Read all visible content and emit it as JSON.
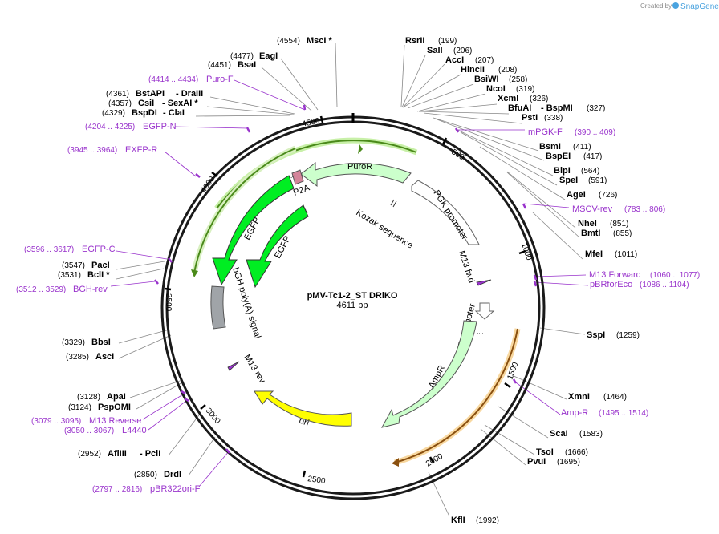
{
  "credit": {
    "prefix": "Created by",
    "brand": "SnapGene"
  },
  "plasmid": {
    "name": "pMV-Tc1-2_ST DRiKO",
    "length": "4611 bp"
  },
  "ticks": [
    "500",
    "1000",
    "1500",
    "2000",
    "2500",
    "3000",
    "3500",
    "4000",
    "4500"
  ],
  "enzymes": [
    {
      "name": "MscI *",
      "pos": "(4554)"
    },
    {
      "name": "EagI",
      "pos": "(4477)"
    },
    {
      "name": "BsaI",
      "pos": "(4451)"
    },
    {
      "name": "BstAPI",
      "suffix": "- DraIII",
      "pos": "(4361)"
    },
    {
      "name": "CsiI",
      "suffix": "- SexAI *",
      "pos": "(4357)"
    },
    {
      "name": "BspDI",
      "suffix": "- ClaI",
      "pos": "(4329)"
    },
    {
      "name": "PacI",
      "pos": "(3547)"
    },
    {
      "name": "BclI *",
      "pos": "(3531)"
    },
    {
      "name": "BbsI",
      "pos": "(3329)"
    },
    {
      "name": "AscI",
      "pos": "(3285)"
    },
    {
      "name": "ApaI",
      "pos": "(3128)"
    },
    {
      "name": "PspOMI",
      "pos": "(3124)"
    },
    {
      "name": "AflIII",
      "suffix": "- PciI",
      "pos": "(2952)"
    },
    {
      "name": "DrdI",
      "pos": "(2850)"
    },
    {
      "name": "RsrII",
      "pos": "(199)"
    },
    {
      "name": "SalI",
      "pos": "(206)"
    },
    {
      "name": "AccI",
      "pos": "(207)"
    },
    {
      "name": "HincII",
      "pos": "(208)"
    },
    {
      "name": "BsiWI",
      "pos": "(258)"
    },
    {
      "name": "NcoI",
      "pos": "(319)"
    },
    {
      "name": "XcmI",
      "pos": "(326)"
    },
    {
      "name": "BfuAI",
      "suffix": "- BspMI",
      "pos": "(327)"
    },
    {
      "name": "PstI",
      "pos": "(338)"
    },
    {
      "name": "BsmI",
      "pos": "(411)"
    },
    {
      "name": "BspEI",
      "pos": "(417)"
    },
    {
      "name": "BlpI",
      "pos": "(564)"
    },
    {
      "name": "SpeI",
      "pos": "(591)"
    },
    {
      "name": "AgeI",
      "pos": "(726)"
    },
    {
      "name": "NheI",
      "pos": "(851)"
    },
    {
      "name": "BmtI",
      "pos": "(855)"
    },
    {
      "name": "MfeI",
      "pos": "(1011)"
    },
    {
      "name": "SspI",
      "pos": "(1259)"
    },
    {
      "name": "XmnI",
      "pos": "(1464)"
    },
    {
      "name": "ScaI",
      "pos": "(1583)"
    },
    {
      "name": "TsoI",
      "pos": "(1666)"
    },
    {
      "name": "PvuI",
      "pos": "(1695)"
    },
    {
      "name": "KflI",
      "pos": "(1992)"
    }
  ],
  "primers": [
    {
      "name": "Puro-F",
      "range": "(4414 .. 4434)"
    },
    {
      "name": "EGFP-N",
      "range": "(4204 .. 4225)"
    },
    {
      "name": "EXFP-R",
      "range": "(3945 .. 3964)"
    },
    {
      "name": "EGFP-C",
      "range": "(3596 .. 3617)"
    },
    {
      "name": "BGH-rev",
      "range": "(3512 .. 3529)"
    },
    {
      "name": "M13 Reverse",
      "range": "(3079 .. 3095)"
    },
    {
      "name": "L4440",
      "range": "(3050 .. 3067)"
    },
    {
      "name": "pBR322ori-F",
      "range": "(2797 .. 2816)"
    },
    {
      "name": "mPGK-F",
      "range": "(390 .. 409)"
    },
    {
      "name": "MSCV-rev",
      "range": "(783 .. 806)"
    },
    {
      "name": "M13 Forward",
      "range": "(1060 .. 1077)"
    },
    {
      "name": "pBRforEco",
      "range": "(1086 .. 1104)"
    },
    {
      "name": "Amp-R",
      "range": "(1495 .. 1514)"
    }
  ],
  "features": {
    "puror": "PuroR",
    "p2a": "P2A",
    "egfp": "EGFP",
    "kozak": "Kozak sequence",
    "pgk": "PGK promoter",
    "m13fwd": "M13 fwd",
    "ampr_promoter": "AmpR promoter",
    "ampr": "AmpR",
    "ori": "ori",
    "m13rev": "M13 rev",
    "bgh": "bGH poly(A) signal"
  },
  "colors": {
    "backbone": "#1a1a1a",
    "egfp": "#00ee22",
    "puror": "#ccffcc",
    "ori": "#ffff00",
    "bgh": "#a0a4a8",
    "p2a": "#d4849a",
    "primer": "#9933cc",
    "orf_green": "#66cc33",
    "orf_orange": "#e6a040",
    "brand": "#4aa3df"
  }
}
